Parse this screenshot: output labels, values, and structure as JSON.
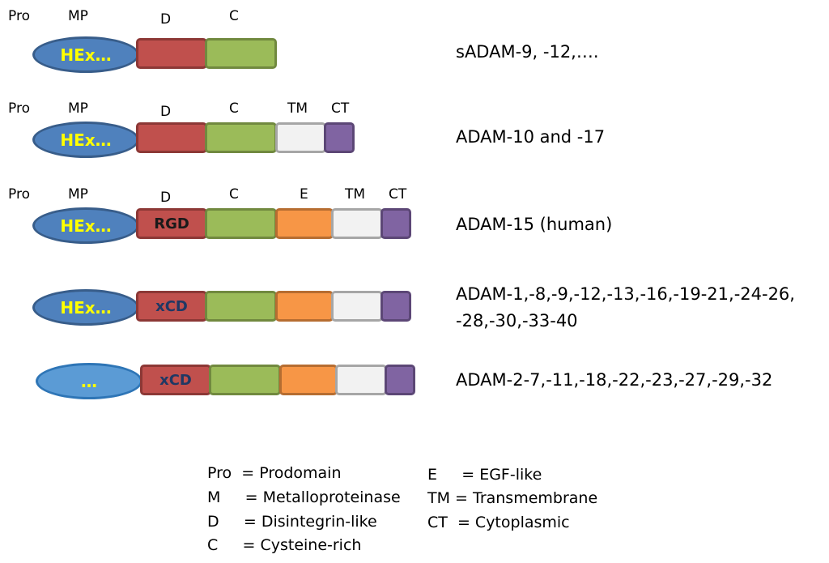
{
  "rows": [
    {
      "labels": {
        "pro": "Pro",
        "mp": "MP",
        "d": "D",
        "c": "C"
      },
      "ellipse_text": "HEx…",
      "name": "sADAM-9, -12,…."
    },
    {
      "labels": {
        "pro": "Pro",
        "mp": "MP",
        "d": "D",
        "c": "C",
        "tm": "TM",
        "ct": "CT"
      },
      "ellipse_text": "HEx…",
      "name": "ADAM-10 and -17"
    },
    {
      "labels": {
        "pro": "Pro",
        "mp": "MP",
        "d": "D",
        "c": "C",
        "e": "E",
        "tm": "TM",
        "ct": "CT"
      },
      "ellipse_text": "HEx…",
      "d_text": "RGD",
      "name": "ADAM-15  (human)"
    },
    {
      "ellipse_text": "HEx…",
      "d_text": "xCD",
      "name_line1": "ADAM-1,-8,-9,-12,-13,-16,-19-21,-24-26,",
      "name_line2": "-28,-30,-33-40"
    },
    {
      "ellipse_text": "…",
      "d_text": "xCD",
      "name": "ADAM-2-7,-11,-18,-22,-23,-27,-29,-32"
    }
  ],
  "legend": {
    "left": [
      {
        "key": "Pro",
        "sep": "  = ",
        "value": "Prodomain"
      },
      {
        "key": "M",
        "sep": "     = ",
        "value": "Metalloproteinase"
      },
      {
        "key": "D",
        "sep": "     = ",
        "value": "Disintegrin-like"
      },
      {
        "key": "C",
        "sep": "     = ",
        "value": "Cysteine-rich"
      }
    ],
    "right": [
      {
        "key": "E",
        "sep": "     = ",
        "value": "EGF-like"
      },
      {
        "key": "TM",
        "sep": " = ",
        "value": "Transmembrane"
      },
      {
        "key": "CT",
        "sep": "  = ",
        "value": "Cytoplasmic"
      }
    ]
  },
  "colors": {
    "pro_arrow": "#8064a2",
    "metalloproteinase": "#4f81bd",
    "disintegrin": "#c0504d",
    "cysteine_rich": "#9bbb59",
    "egf_like": "#f79646",
    "transmembrane": "#f2f2f2",
    "cytoplasmic": "#8064a2",
    "hex_text": "#ffff00"
  }
}
